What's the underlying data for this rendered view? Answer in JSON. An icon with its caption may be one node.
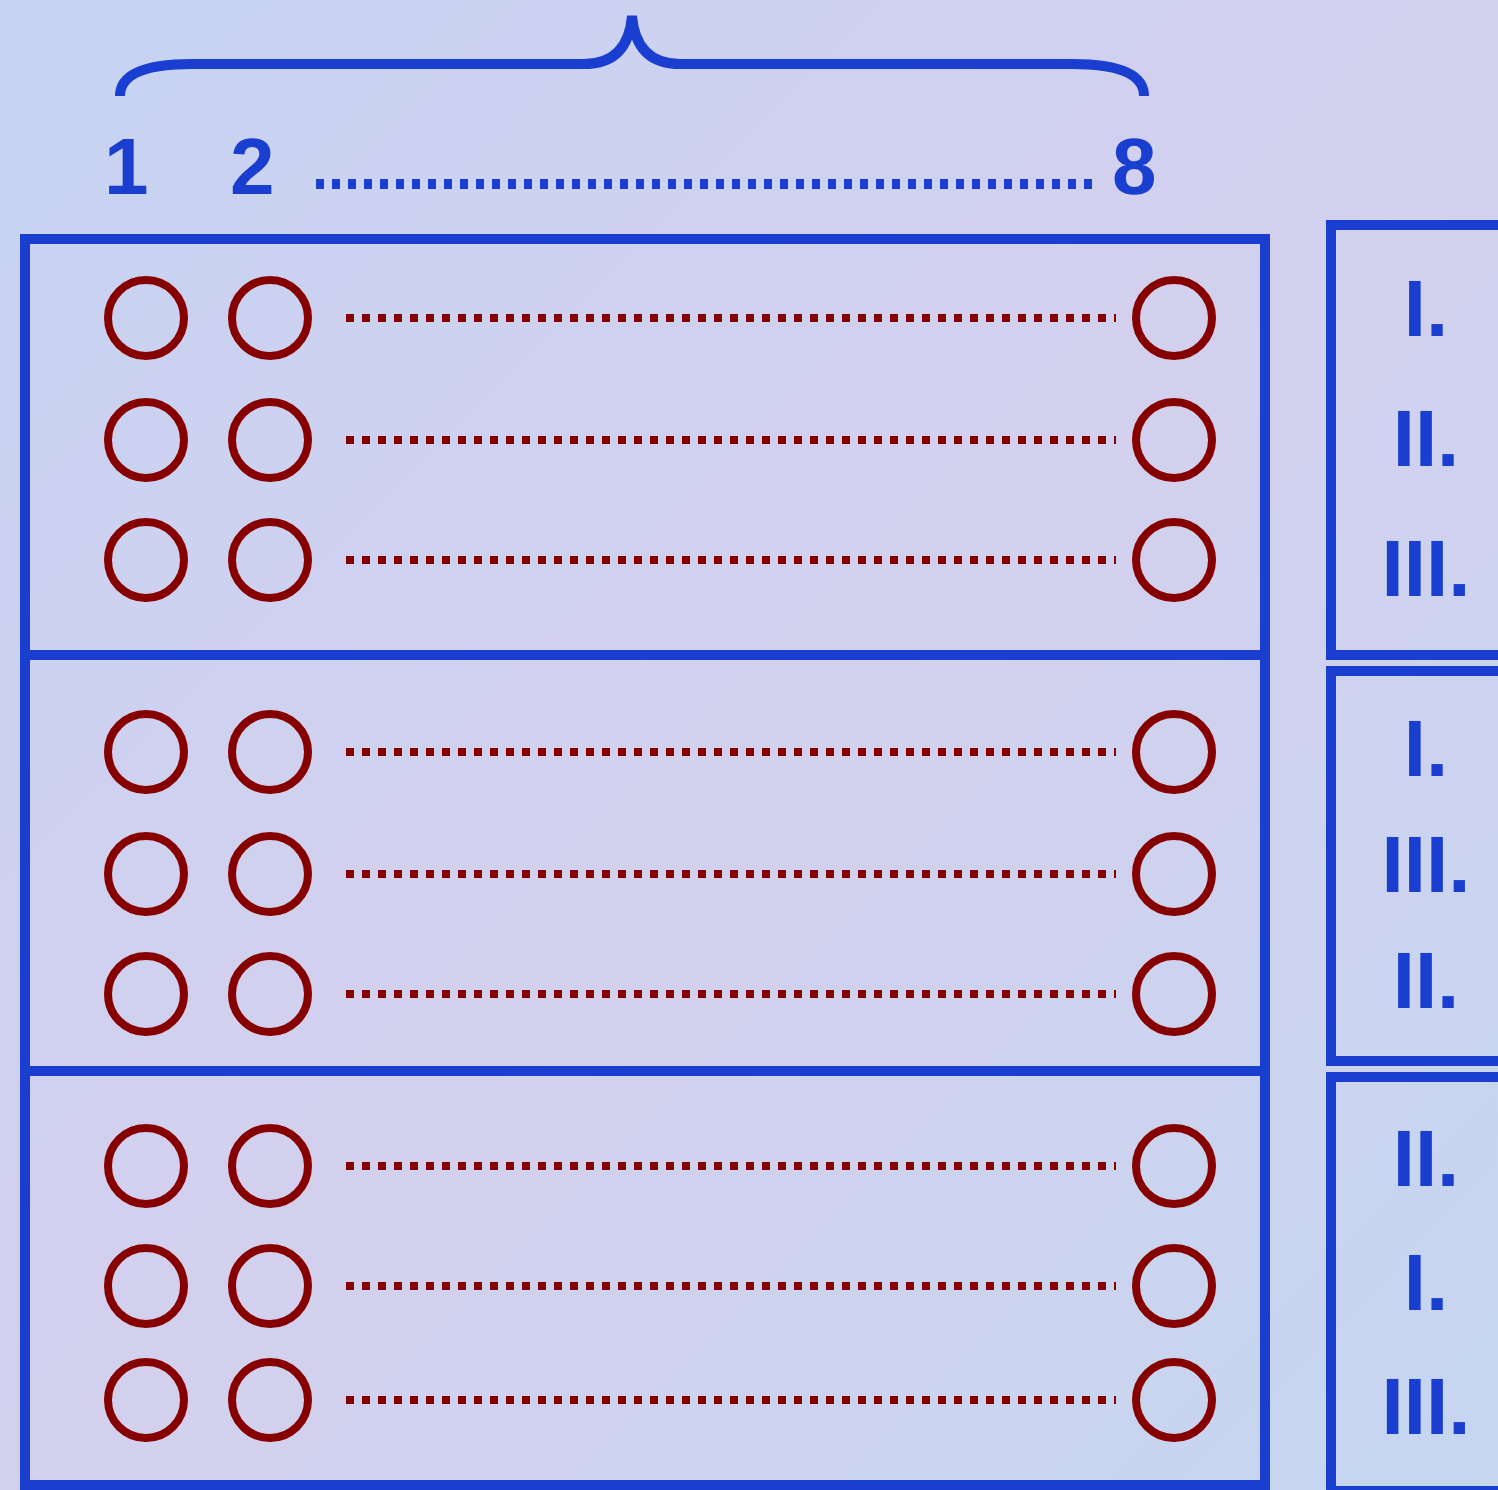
{
  "diagram": {
    "nodes": [
      {
        "text": [],
        "shape": "box"
      },
      {
        "text": [],
        "shape": "box"
      },
      {
        "text": [],
        "shape": "box"
      },
      {
        "text": [
          "I.",
          "II.",
          "III."
        ]
      },
      {
        "text": [
          "I.",
          "III.",
          "II."
        ]
      },
      {
        "text": [
          "II.",
          "I.",
          "III."
        ]
      }
    ],
    "edges": [],
    "labels": [
      "1",
      "2",
      "8"
    ]
  }
}
